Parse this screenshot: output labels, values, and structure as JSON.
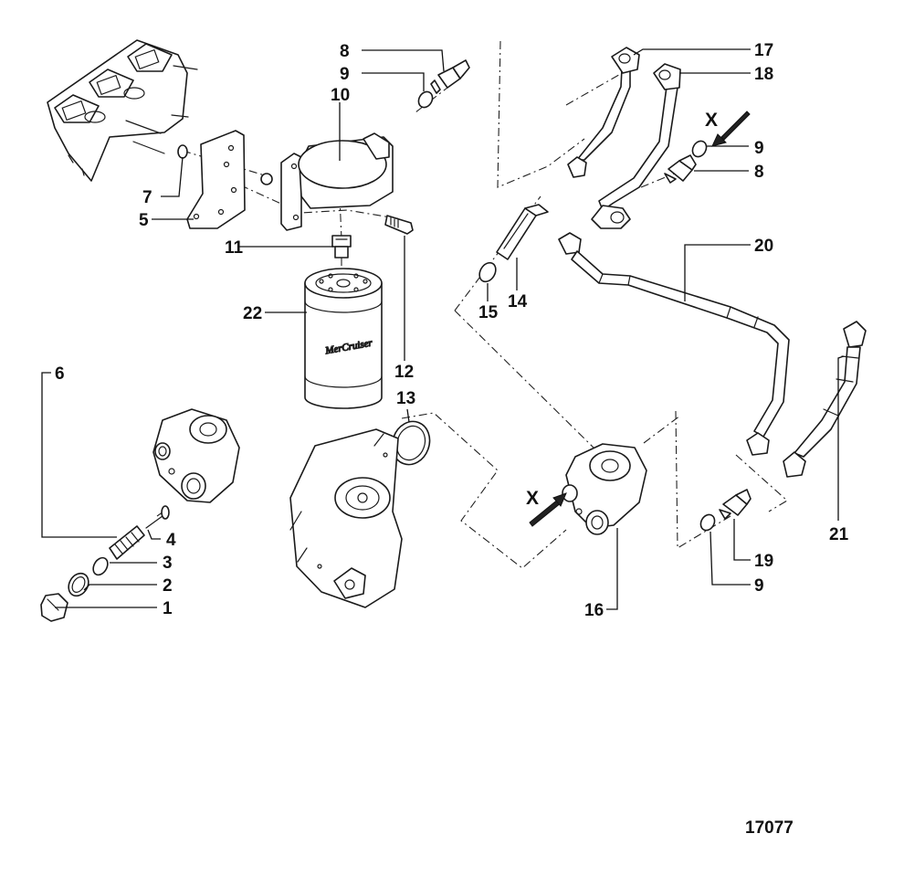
{
  "callouts": [
    {
      "id": "c1",
      "label": "1"
    },
    {
      "id": "c2",
      "label": "2"
    },
    {
      "id": "c3",
      "label": "3"
    },
    {
      "id": "c4",
      "label": "4"
    },
    {
      "id": "c5",
      "label": "5"
    },
    {
      "id": "c6",
      "label": "6"
    },
    {
      "id": "c7",
      "label": "7"
    },
    {
      "id": "c8a",
      "label": "8"
    },
    {
      "id": "c8b",
      "label": "8"
    },
    {
      "id": "c9a",
      "label": "9"
    },
    {
      "id": "c9b",
      "label": "9"
    },
    {
      "id": "c9c",
      "label": "9"
    },
    {
      "id": "c10",
      "label": "10"
    },
    {
      "id": "c11",
      "label": "11"
    },
    {
      "id": "c12",
      "label": "12"
    },
    {
      "id": "c13",
      "label": "13"
    },
    {
      "id": "c14",
      "label": "14"
    },
    {
      "id": "c15",
      "label": "15"
    },
    {
      "id": "c16",
      "label": "16"
    },
    {
      "id": "c17",
      "label": "17"
    },
    {
      "id": "c18",
      "label": "18"
    },
    {
      "id": "c19",
      "label": "19"
    },
    {
      "id": "c20",
      "label": "20"
    },
    {
      "id": "c21",
      "label": "21"
    },
    {
      "id": "c22",
      "label": "22"
    }
  ],
  "flow_markers": {
    "top": "X",
    "bottom": "X"
  },
  "filter_brand": "MerCruiser",
  "figure_number": "17077"
}
